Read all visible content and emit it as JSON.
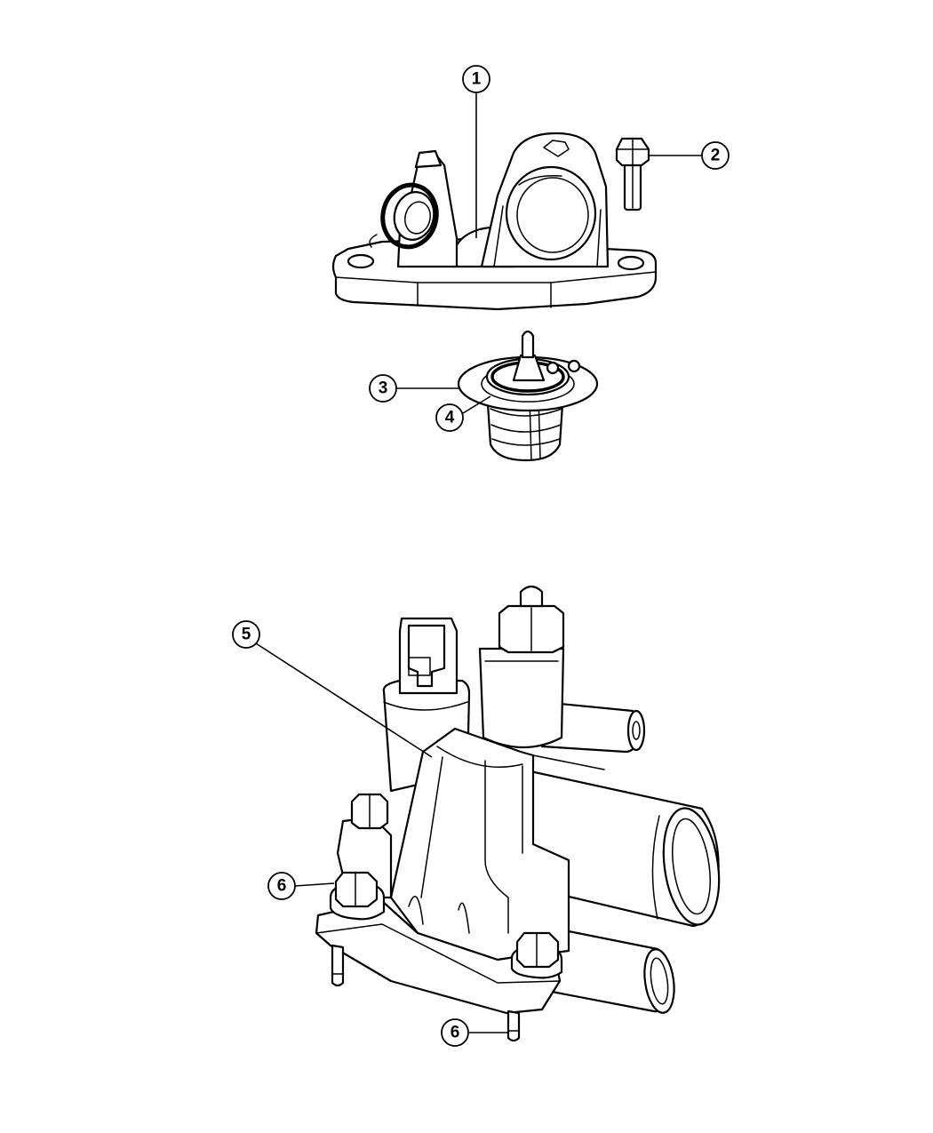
{
  "callouts": [
    {
      "label": "1",
      "part": "thermostat-housing-cover"
    },
    {
      "label": "2",
      "part": "bolt"
    },
    {
      "label": "3",
      "part": "thermostat-gasket"
    },
    {
      "label": "4",
      "part": "thermostat"
    },
    {
      "label": "5",
      "part": "thermostat-housing"
    },
    {
      "label": "6",
      "part": "stud-nut"
    },
    {
      "label": "6",
      "part": "stud"
    }
  ],
  "colors": {
    "line": "#000000",
    "background": "#ffffff"
  }
}
